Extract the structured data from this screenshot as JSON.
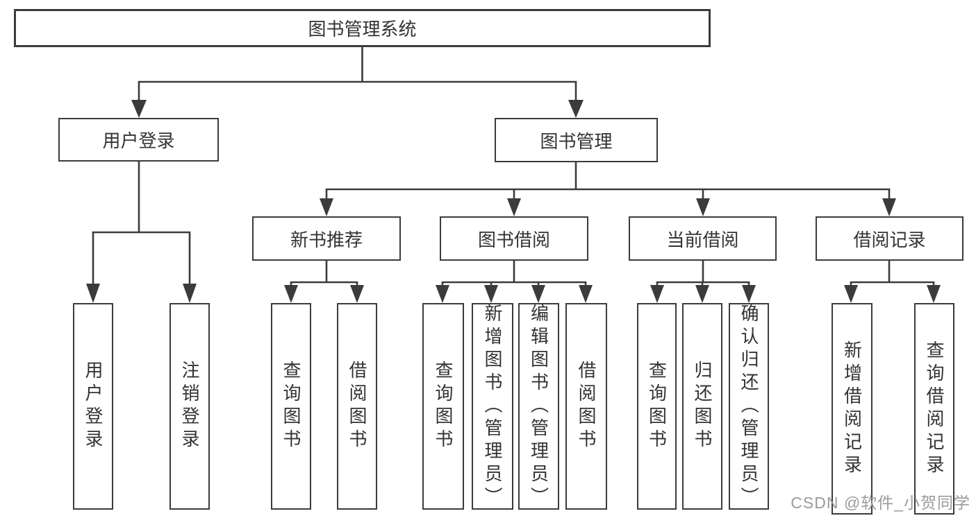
{
  "diagram": {
    "root": {
      "label": "图书管理系统",
      "children": [
        {
          "label": "用户登录",
          "children": [
            {
              "label": "用户登录"
            },
            {
              "label": "注销登录"
            }
          ]
        },
        {
          "label": "图书管理",
          "children": [
            {
              "label": "新书推荐",
              "children": [
                {
                  "label": "查询图书"
                },
                {
                  "label": "借阅图书"
                }
              ]
            },
            {
              "label": "图书借阅",
              "children": [
                {
                  "label": "查询图书"
                },
                {
                  "label": "新增图书（管理员）"
                },
                {
                  "label": "编辑图书（管理员）"
                },
                {
                  "label": "借阅图书"
                }
              ]
            },
            {
              "label": "当前借阅",
              "children": [
                {
                  "label": "查询图书"
                },
                {
                  "label": "归还图书"
                },
                {
                  "label": "确认归还（管理员）"
                }
              ]
            },
            {
              "label": "借阅记录",
              "children": [
                {
                  "label": "新增借阅记录"
                },
                {
                  "label": "查询借阅记录"
                }
              ]
            }
          ]
        }
      ]
    }
  },
  "watermark": {
    "text": "CSDN @软件_小贺同学"
  },
  "colors": {
    "line": "#3b3b3b",
    "text": "#333333",
    "watermark": "#9b9b9b",
    "background": "#ffffff"
  }
}
